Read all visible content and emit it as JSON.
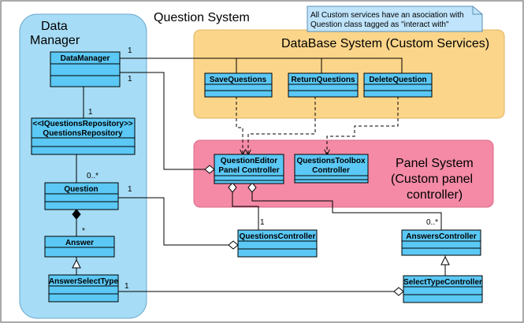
{
  "title": "Question System",
  "note": {
    "line1": "All Custom services have an asociation with",
    "line2": "Question class tagged as \"interact with\""
  },
  "regions": {
    "data_manager": {
      "line1": "Data",
      "line2": "Manager"
    },
    "database_system": {
      "label": "DataBase System (Custom Services)"
    },
    "panel_system": {
      "line1": "Panel System",
      "line2": "(Custom panel",
      "line3": "controller)"
    }
  },
  "classes": {
    "data_manager": "DataManager",
    "questions_repository": {
      "line1": "<<IQuestionsRepository>>",
      "line2": "QuestionsRepository"
    },
    "question": "Question",
    "answer": "Answer",
    "answer_select_type": "AnswerSelectType",
    "save_questions": "SaveQuestions",
    "return_questions": "ReturnQuestions",
    "delete_question": "DeleteQuestion",
    "question_editor": {
      "line1": "QuestionEditor",
      "line2": "Panel Controller"
    },
    "questions_toolbox": {
      "line1": "QuestionsToolbox",
      "line2": "Controller"
    },
    "questions_controller": "QuestionsController",
    "answers_controller": "AnswersController",
    "select_type_controller": "SelectTypeController"
  },
  "multiplicities": {
    "dm_services": "1",
    "dm_editor": "1",
    "dm_repo": "1",
    "repo_question": "0..*",
    "question_qc": "1",
    "question_answer": "*",
    "qc_editor": "1",
    "ac_editor": "0..*",
    "ast_stc": "1"
  },
  "colors": {
    "class_fill": "#5bc8f5",
    "data_manager_region": "#a6dcf5",
    "database_region": "#fbd58a",
    "panel_region": "#f48aa6",
    "note_fill": "#bfe4fb"
  }
}
